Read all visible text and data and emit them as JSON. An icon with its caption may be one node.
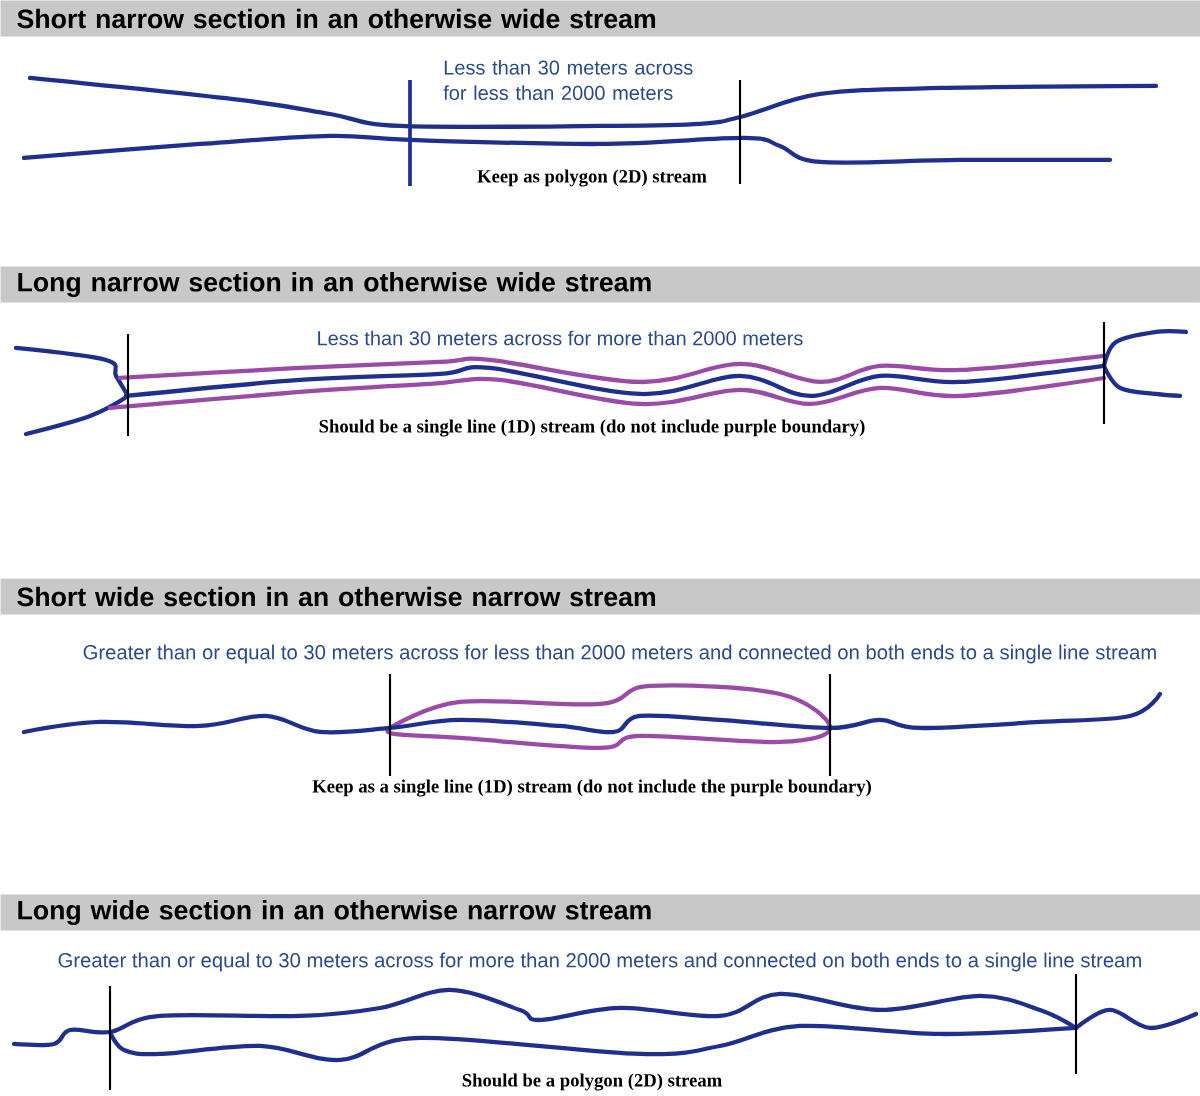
{
  "diagram": {
    "nodes": [
      {
        "text": [
          "Short narrow section in an otherwise wide stream"
        ]
      },
      {
        "text": [
          "Long narrow section in an otherwise wide stream"
        ]
      },
      {
        "text": [
          "Short wide section in an otherwise narrow stream"
        ]
      },
      {
        "text": [
          "Long wide section in an otherwise narrow stream"
        ]
      }
    ],
    "labels": [
      "Less than 30 meters across for less than 2000 meters",
      "Keep as polygon (2D) stream",
      "Less than 30 meters across for more than 2000 meters",
      "Should be a single line (1D) stream (do not include purple boundary)",
      "Greater than or equal to 30 meters across for less than 2000 meters and connected on both ends to a single line stream",
      "Keep as a single line (1D) stream (do not include the purple boundary)",
      "Greater than or equal to 30 meters across for more than 2000 meters and connected on both ends to a single line stream",
      "Should be a polygon (2D) stream"
    ]
  }
}
